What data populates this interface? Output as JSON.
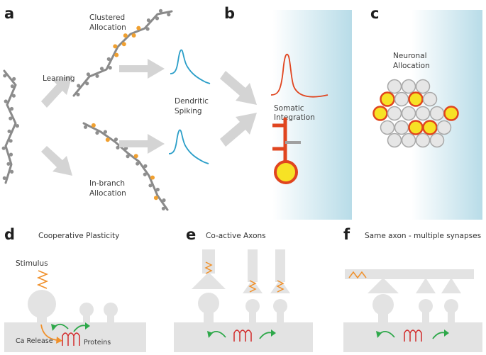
{
  "panels": {
    "a": {
      "label": "a",
      "clustered": [
        "Clustered",
        "Allocation"
      ],
      "learning": "Learning",
      "dendritic": [
        "Dendritic",
        "Spiking"
      ],
      "inbranch": [
        "In-branch",
        "Allocation"
      ]
    },
    "b": {
      "label": "b",
      "somatic": [
        "Somatic",
        "Integration"
      ]
    },
    "c": {
      "label": "c",
      "neuronal": [
        "Neuronal",
        "Allocation"
      ]
    },
    "d": {
      "label": "d",
      "title": "Cooperative Plasticity",
      "stimulus": "Stimulus",
      "ca_release": "Ca Release",
      "proteins": "Proteins"
    },
    "e": {
      "label": "e",
      "title": "Co-active Axons"
    },
    "f": {
      "label": "f",
      "title": "Same axon - multiple synapses"
    }
  },
  "colors": {
    "dendrite": "#8a8a8a",
    "spine": "#8f8f8f",
    "activated_spine": "#f0a030",
    "spike_trace": "#2a9ec8",
    "soma_trace": "#e0451f",
    "soma_fill": "#f7e225",
    "soma_outline": "#e0451f",
    "arrow_gray": "#d4d4d4",
    "compartment": "#e3e3e3",
    "stimulus": "#f0902a",
    "protein": "#d22a2a",
    "flow_arrow": "#2ea84a"
  }
}
